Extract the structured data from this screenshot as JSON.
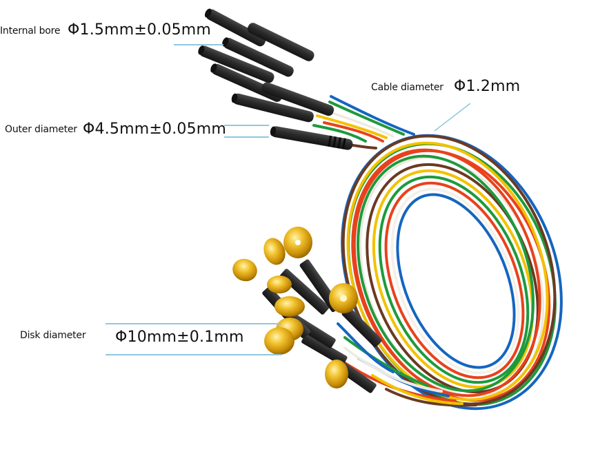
{
  "annotations": {
    "internal_bore": {
      "label": "Internal bore",
      "value": "Φ1.5mm±0.05mm"
    },
    "outer_diameter": {
      "label": "Outer diameter",
      "value": "Φ4.5mm±0.05mm"
    },
    "cable_diameter": {
      "label": "Cable diameter",
      "value": "Φ1.2mm"
    },
    "disk_diameter": {
      "label": "Disk diameter",
      "value": "Φ10mm±0.1mm"
    }
  },
  "colors": {
    "leader_line": "#8fc6df",
    "connector": "#2b2b2b",
    "gold": "#d9a514",
    "wires": [
      "#1565c0",
      "#1e9a3c",
      "#e8421d",
      "#6b3a22",
      "#f2c200",
      "#f4f1ea"
    ]
  }
}
